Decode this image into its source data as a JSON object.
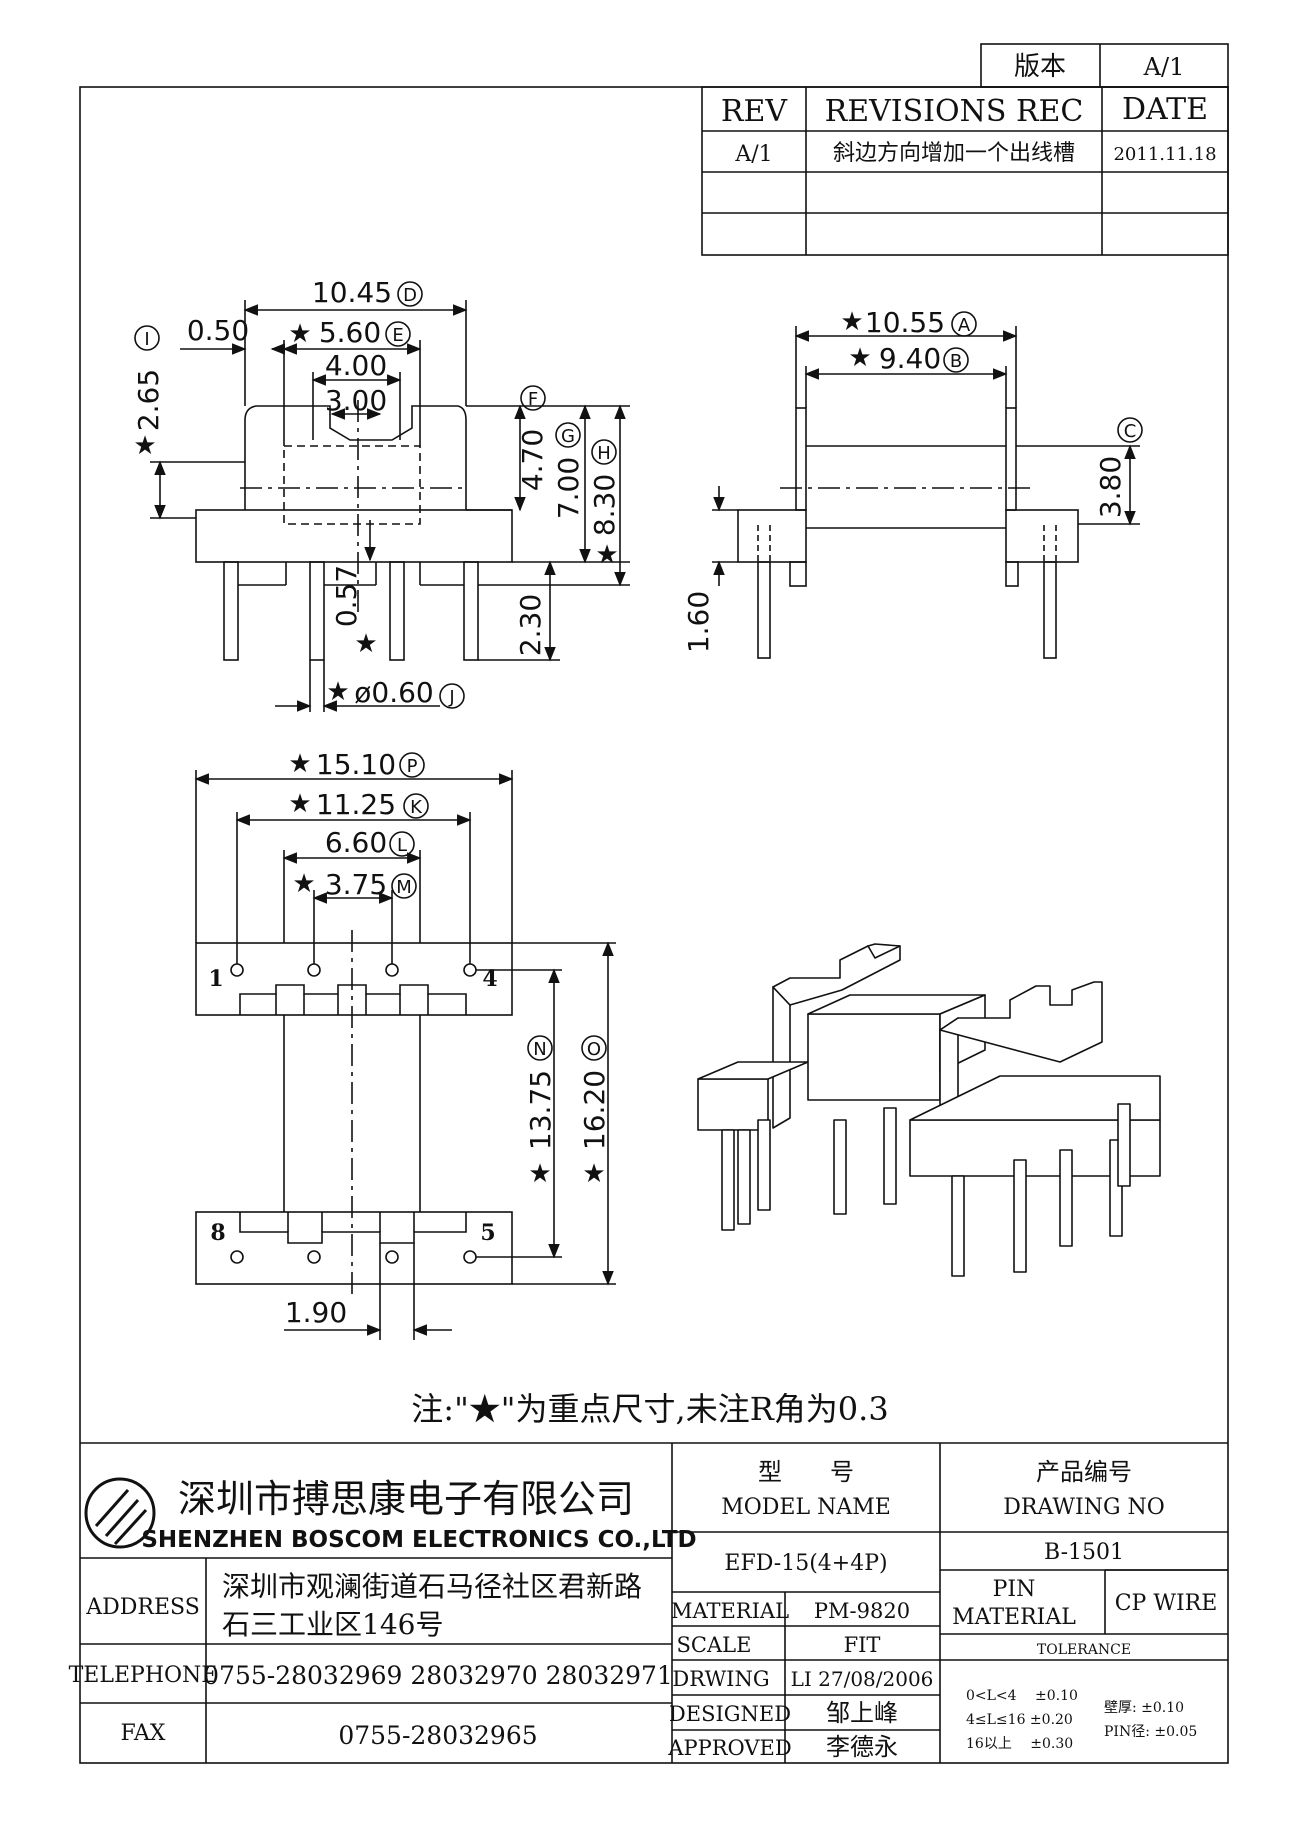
{
  "version_box": {
    "label": "版本",
    "value": "A/1"
  },
  "revisions": {
    "headers": {
      "rev": "REV",
      "rec": "REVISIONS REC",
      "date": "DATE"
    },
    "rows": [
      {
        "rev": "A/1",
        "rec": "斜边方向增加一个出线槽",
        "date": "2011.11.18"
      },
      {
        "rev": "",
        "rec": "",
        "date": ""
      },
      {
        "rev": "",
        "rec": "",
        "date": ""
      }
    ]
  },
  "front_view": {
    "dim_D": "10.45",
    "tag_D": "D",
    "dim_left_gap": "0.50",
    "dim_E": "5.60",
    "tag_E": "E",
    "dim_slot_outer": "4.00",
    "dim_slot_inner": "3.00",
    "dim_I": "2.65",
    "tag_I": "I",
    "tag_F": "F",
    "dim_47": "4.70",
    "dim_G": "7.00",
    "tag_G": "G",
    "dim_H": "8.30",
    "tag_H": "H",
    "dim_057": "0.57",
    "dim_230": "2.30",
    "dim_J": "ø0.60",
    "tag_J": "J"
  },
  "side_view": {
    "dim_A": "10.55",
    "tag_A": "A",
    "dim_B": "9.40",
    "tag_B": "B",
    "tag_C": "C",
    "dim_C": "3.80",
    "dim_160": "1.60"
  },
  "bottom_view": {
    "dim_P": "15.10",
    "tag_P": "P",
    "dim_K": "11.25",
    "tag_K": "K",
    "dim_L": "6.60",
    "tag_L": "L",
    "dim_M": "3.75",
    "tag_M": "M",
    "dim_N": "13.75",
    "tag_N": "N",
    "dim_O": "16.20",
    "tag_O": "O",
    "dim_190": "1.90",
    "pin_1": "1",
    "pin_4": "4",
    "pin_5": "5",
    "pin_8": "8"
  },
  "note": "注:\"★\"为重点尺寸,未注R角为0.3",
  "company": {
    "name_cn": "深圳市搏思康电子有限公司",
    "name_en": "SHENZHEN BOSCOM ELECTRONICS CO.,LTD",
    "address_label": "ADDRESS",
    "address_line1": "深圳市观澜街道石马径社区君新路",
    "address_line2": "石三工业区146号",
    "telephone_label": "TELEPHONE",
    "telephone": "0755-28032969 28032970 28032971",
    "fax_label": "FAX",
    "fax": "0755-28032965"
  },
  "title_block": {
    "model_label_cn": "型　　号",
    "model_label_en": "MODEL NAME",
    "model": "EFD-15(4+4P)",
    "drawing_label_cn": "产品编号",
    "drawing_label_en": "DRAWING NO",
    "drawing_no": "B-1501",
    "material_label": "MATERIAL",
    "material": "PM-9820",
    "scale_label": "SCALE",
    "scale": "FIT",
    "drawing_label": "DRWING",
    "drawing": "LI 27/08/2006",
    "designed_label": "DESIGNED",
    "designed": "邹上峰",
    "approved_label": "APPROVED",
    "approved": "李德永",
    "pin_material_label_1": "PIN",
    "pin_material_label_2": "MATERIAL",
    "pin_material": "CP WIRE",
    "tolerance_label": "TOLERANCE",
    "tol_1": "0<L<4　 ±0.10",
    "tol_2": "4≤L≤16 ±0.20",
    "tol_3": "16以上　 ±0.30",
    "tol_wall": "壁厚: ±0.10",
    "tol_pin": "PIN径: ±0.05"
  }
}
